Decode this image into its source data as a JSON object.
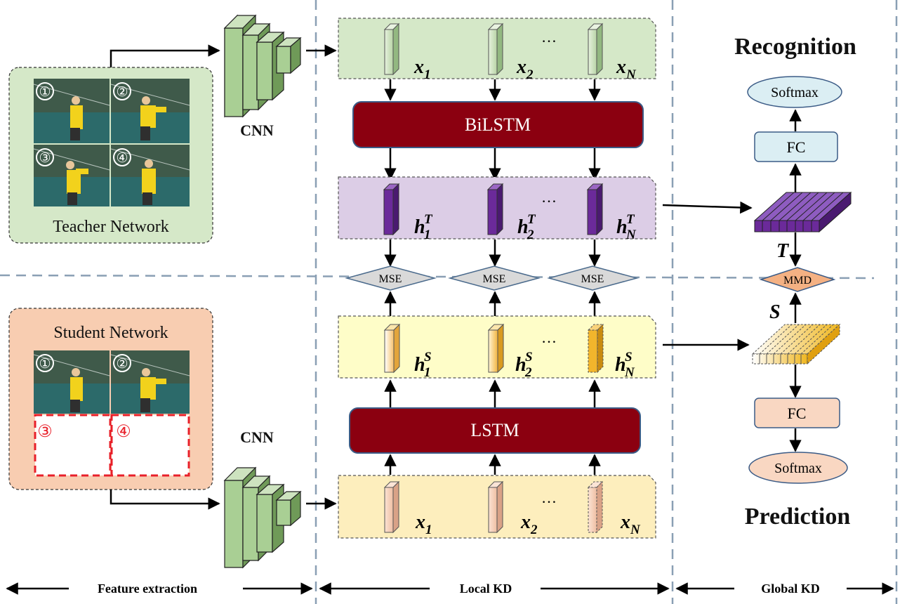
{
  "teacher": {
    "label": "Teacher Network",
    "frame_numbers": [
      "①",
      "②",
      "③",
      "④"
    ]
  },
  "student": {
    "label": "Student Network",
    "frame_numbers": [
      "①",
      "②",
      "③",
      "④"
    ]
  },
  "cnn_top": {
    "label": "CNN"
  },
  "cnn_bottom": {
    "label": "CNN"
  },
  "teacher_inputs": {
    "x1": "x",
    "x1_sub": "1",
    "x2": "x",
    "x2_sub": "2",
    "xN": "x",
    "xN_sub": "N",
    "dots": "…"
  },
  "bilstm": {
    "label": "BiLSTM"
  },
  "teacher_hidden": {
    "h1": "h",
    "h1_sub": "1",
    "h1_sup": "T",
    "h2": "h",
    "h2_sub": "2",
    "h2_sup": "T",
    "hN": "h",
    "hN_sub": "N",
    "hN_sup": "T",
    "dots": "…"
  },
  "mse": {
    "label1": "MSE",
    "label2": "MSE",
    "label3": "MSE"
  },
  "student_hidden": {
    "h1": "h",
    "h1_sub": "1",
    "h1_sup": "S",
    "h2": "h",
    "h2_sub": "2",
    "h2_sup": "S",
    "hN": "h",
    "hN_sub": "N",
    "hN_sup": "S",
    "dots": "…"
  },
  "lstm": {
    "label": "LSTM"
  },
  "student_inputs": {
    "x1": "x",
    "x1_sub": "1",
    "x2": "x",
    "x2_sub": "2",
    "xN": "x",
    "xN_sub": "N",
    "dots": "…"
  },
  "recognition": {
    "title": "Recognition",
    "softmax": "Softmax",
    "fc": "FC",
    "T_label": "T"
  },
  "mmd": {
    "label": "MMD"
  },
  "prediction": {
    "title": "Prediction",
    "softmax": "Softmax",
    "fc": "FC",
    "S_label": "S"
  },
  "bottom": {
    "feature": "Feature extraction",
    "local": "Local KD",
    "global": "Global KD"
  },
  "colors": {
    "green_bg": "#d5e8c8",
    "peach_bg": "#f8cdb1",
    "purple_bg": "#dccde6",
    "yellow_bg": "#fefdc8",
    "light_yellow_bg": "#fdeebd",
    "dark_red": "#8b0010",
    "purple_bar": "#6b2a9a",
    "light_blue": "#dbeef3",
    "peach_box": "#f9d7c2",
    "mmd_orange": "#f4b183",
    "mse_gray": "#d9d9d9",
    "dashed_line": "#8a9fb4"
  }
}
